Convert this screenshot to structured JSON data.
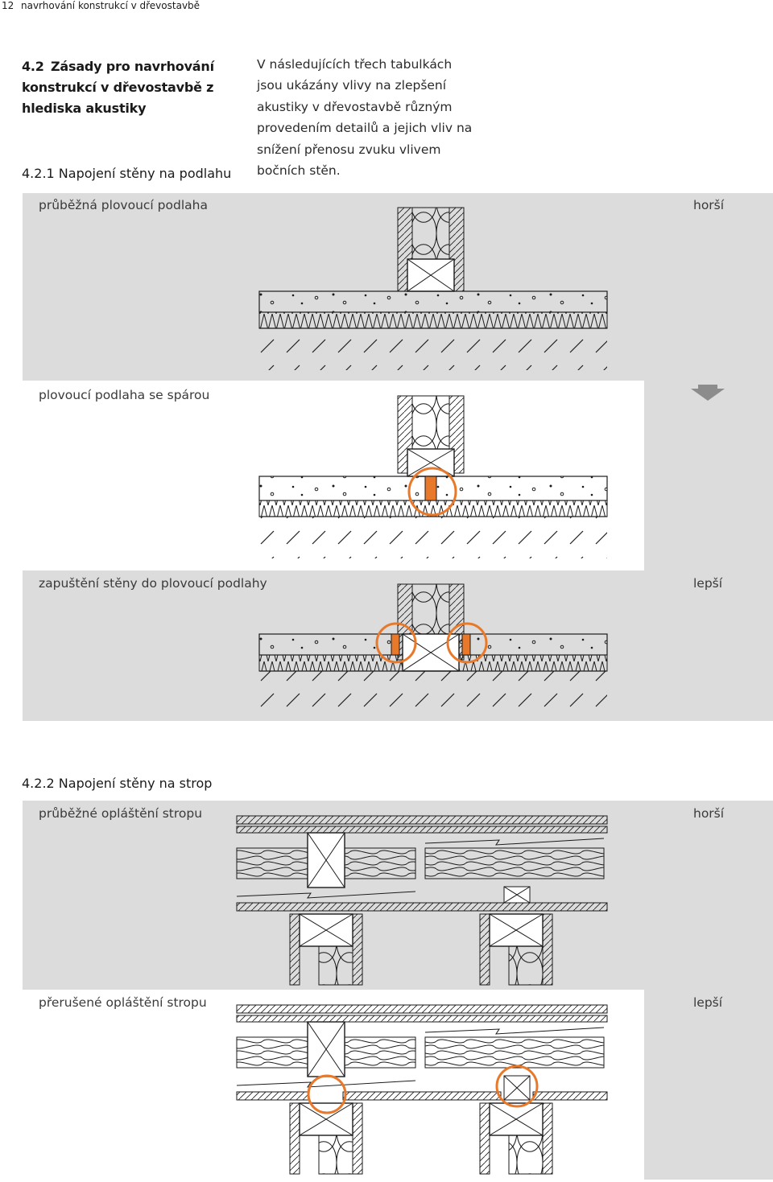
{
  "header": {
    "page_number": "12",
    "title": "navrhování konstrukcí v dřevostavbě"
  },
  "section": {
    "number": "4.2",
    "title": "Zásady pro navrhování konstrukcí v dřevostavbě z hlediska akustiky"
  },
  "intro": "V následujících třech tabulkách jsou ukázány vlivy na zlepšení akustiky v dřevostavbě různým provedením detailů a jejich vliv na snížení přenosu zvuku vlivem bočních stěn.",
  "subsection1": {
    "title": "4.2.1 Napojení stěny na podlahu",
    "rows": [
      {
        "label": "průběžná plovoucí podlaha",
        "rating": "horší"
      },
      {
        "label": "plovoucí podlaha se spárou",
        "rating": ""
      },
      {
        "label": "zapuštění stěny do plovoucí podlahy",
        "rating": "lepší"
      }
    ]
  },
  "subsection2": {
    "title": "4.2.2 Napojení stěny na strop",
    "rows": [
      {
        "label": "průběžné opláštění stropu",
        "rating": "horší"
      },
      {
        "label": "přerušené opláštění stropu",
        "rating": "lepší"
      }
    ]
  },
  "colors": {
    "band_gray": "#dcdcdd",
    "highlight_orange": "#e8792b",
    "arrow_gray": "#8c8c8c",
    "line": "#1a1a1a"
  }
}
